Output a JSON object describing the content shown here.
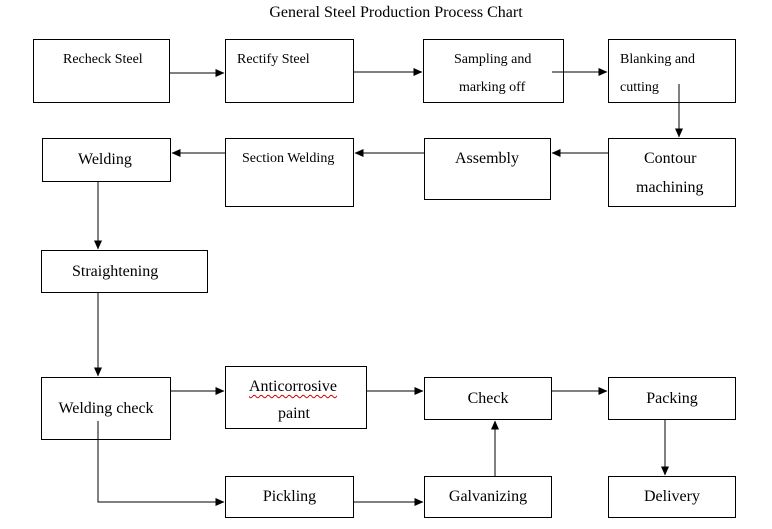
{
  "title": "General Steel Production Process Chart",
  "steps": {
    "recheck_steel": "Recheck Steel",
    "rectify_steel": "Rectify Steel",
    "sampling_line1": "Sampling and",
    "sampling_line2": "marking off",
    "blanking_line1": "Blanking and",
    "blanking_line2": "cutting",
    "contour_line1": "Contour",
    "contour_line2": "machining",
    "assembly": "Assembly",
    "section_welding": "Section Welding",
    "welding": "Welding",
    "straightening": "Straightening",
    "welding_check": "Welding check",
    "anticorrosive_line1": "Anticorrosive",
    "anticorrosive_line2": "paint",
    "check": "Check",
    "packing": "Packing",
    "pickling": "Pickling",
    "galvanizing": "Galvanizing",
    "delivery": "Delivery"
  },
  "colors": {
    "line": "#000000",
    "spellcheck_underline": "#d00000"
  }
}
